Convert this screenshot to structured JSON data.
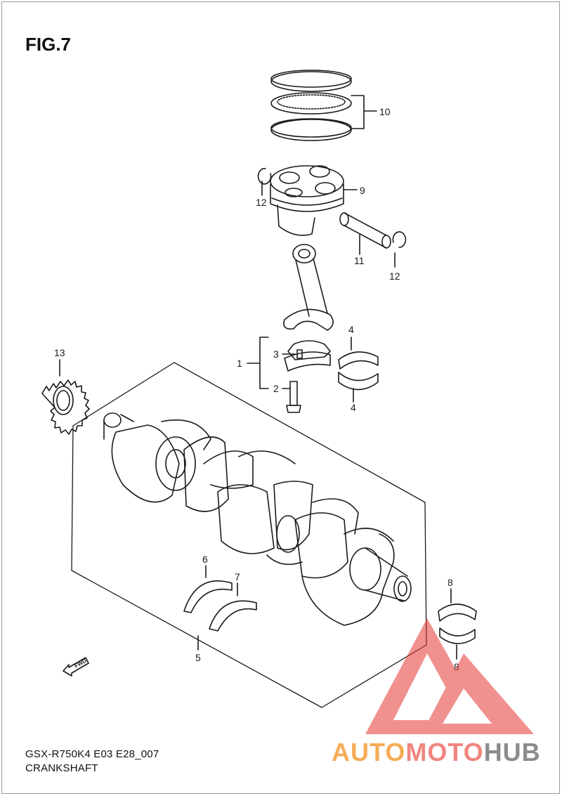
{
  "figure": {
    "title": "FIG.7",
    "model_code": "GSX-R750K4 E03 E28_007",
    "section_name": "CRANKSHAFT"
  },
  "callouts": {
    "c1": "1",
    "c2": "2",
    "c3": "3",
    "c4a": "4",
    "c4b": "4",
    "c5": "5",
    "c6": "6",
    "c7": "7",
    "c8a": "8",
    "c8b": "8",
    "c9": "9",
    "c10": "10",
    "c11": "11",
    "c12a": "12",
    "c12b": "12",
    "c13": "13"
  },
  "fwd_arrow": {
    "label": "FWD"
  },
  "watermark": {
    "part1": "AUTO",
    "part2": "MOTO",
    "part3": "HUB"
  },
  "colors": {
    "line": "#1a1a1a",
    "watermark_red": "#e53935",
    "watermark_orange": "#f6a445",
    "watermark_gray": "#8c8c8c"
  }
}
